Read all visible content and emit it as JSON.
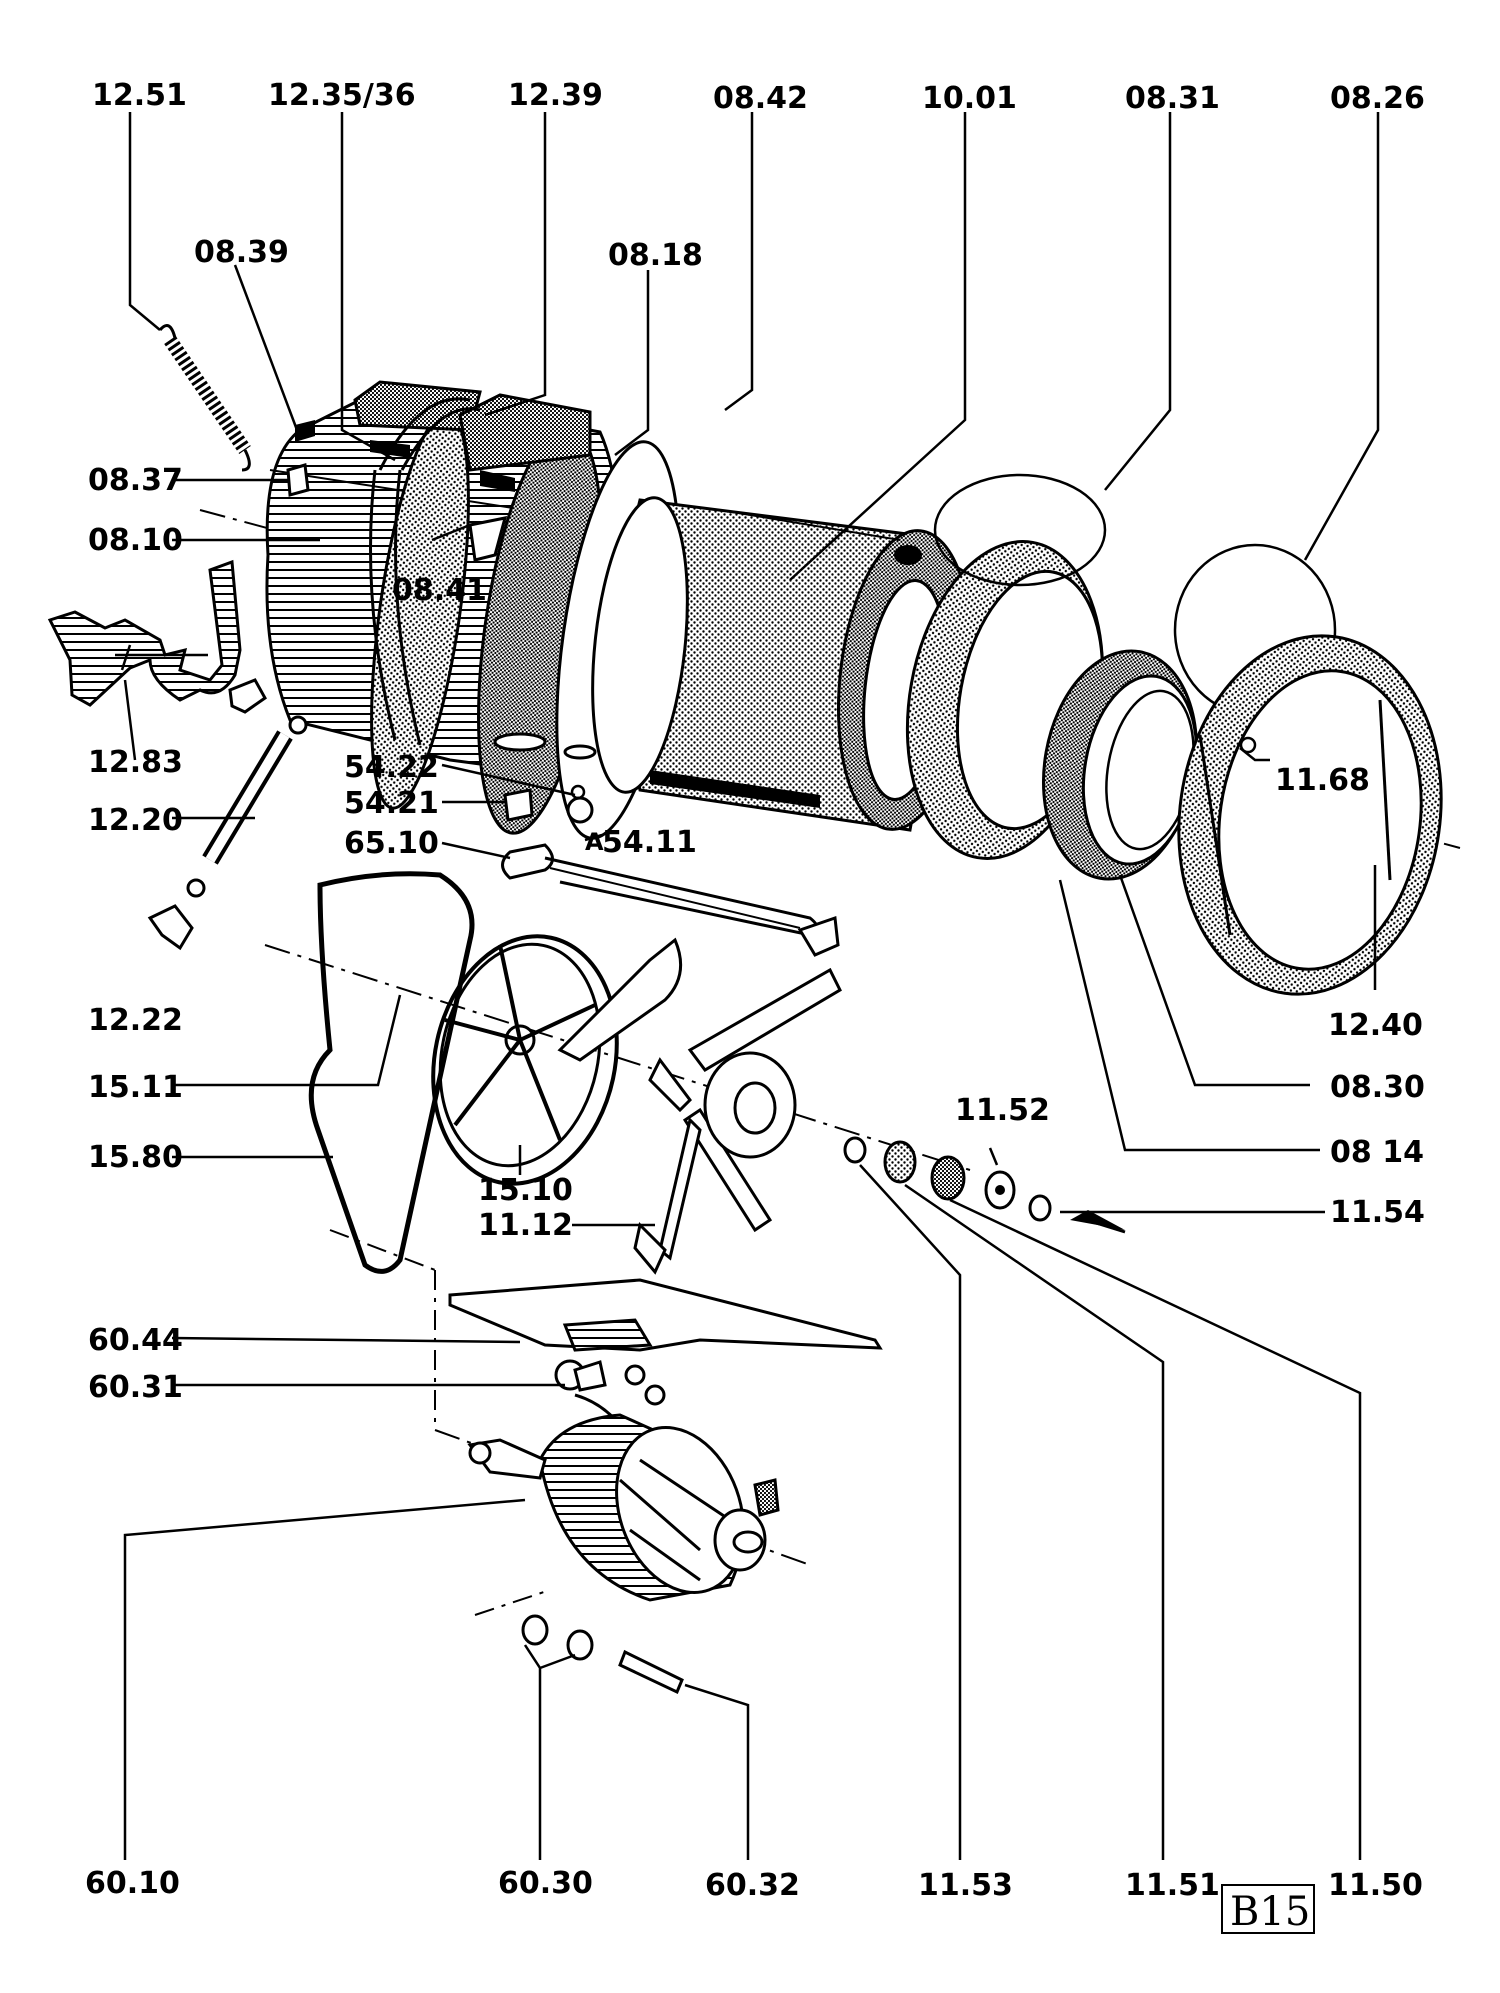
{
  "labels": {
    "l1251": "12.51",
    "l1235": "12.35/36",
    "l1239": "12.39",
    "l0842": "08.42",
    "l1001": "10.01",
    "l0831": "08.31",
    "l0826": "08.26",
    "l0839": "08.39",
    "l0818": "08.18",
    "l0837": "08.37",
    "l0810": "08.10",
    "l0841": "08.41",
    "l1283": "12.83",
    "l1220": "12.20",
    "l5422": "54.22",
    "l5421": "54.21",
    "l5411": "54.11",
    "lA": "A",
    "l6510": "65.10",
    "l1168": "11.68",
    "l1222": "12.22",
    "l1240": "12.40",
    "l1511": "15.11",
    "l0830": "08.30",
    "l1580": "15.80",
    "l1552": "11.52",
    "l0814": "08 14",
    "l1510": "15.10",
    "l1554": "11.54",
    "l1112": "11.12",
    "l6044": "60.44",
    "l6031": "60.31",
    "l6010": "60.10",
    "l6030": "60.30",
    "l6032": "60.32",
    "l1153": "11.53",
    "l1151": "11.51",
    "l1150": "11.50"
  },
  "page_code": "B15"
}
